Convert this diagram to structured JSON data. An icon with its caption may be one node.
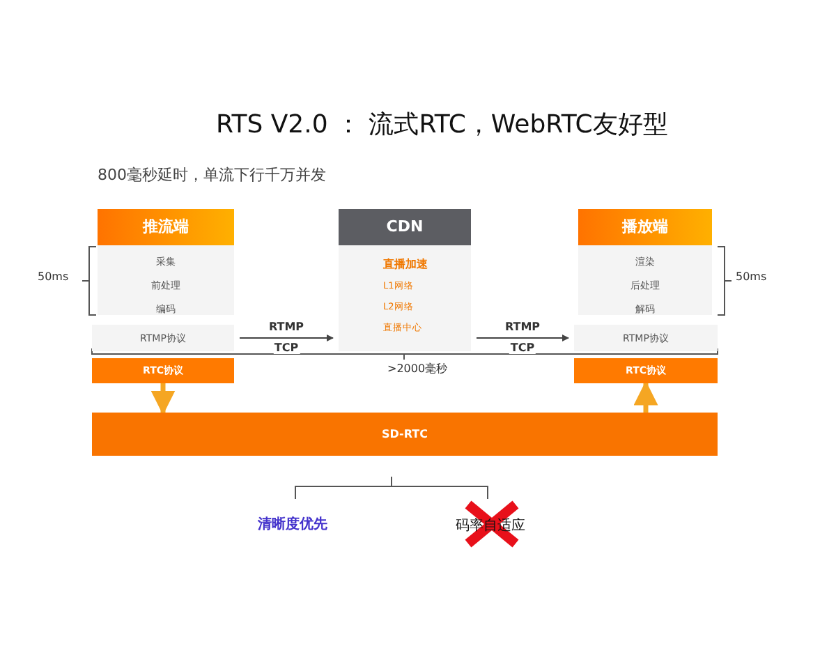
{
  "diagram": {
    "title": "RTS V2.0 ： 流式RTC，WebRTC友好型",
    "nodes": [
      {
        "text": [
          "推流端",
          "采集",
          "前处理",
          "编码"
        ]
      },
      {
        "text": [
          "RTMP协议"
        ]
      },
      {
        "text": [
          "CDN",
          "直播加速",
          "L1网络",
          "L2网络",
          "直播中心"
        ]
      },
      {
        "text": [
          "播放端",
          "渲染",
          "后处理",
          "解码"
        ]
      },
      {
        "text": [
          "RTMP协议"
        ]
      },
      {
        "text": [
          "RTC协议"
        ]
      },
      {
        "text": [
          "RTC协议"
        ]
      },
      {
        "text": [
          "SD-RTC"
        ]
      },
      {
        "text": [
          "清晰度优先"
        ]
      },
      {
        "text": [
          "码率自适应"
        ]
      }
    ],
    "edges": [
      {
        "from": 1,
        "to": 2,
        "arrow": "to",
        "label": "RTMP TCP"
      },
      {
        "from": 2,
        "to": 4,
        "arrow": "to",
        "label": "RTMP TCP"
      },
      {
        "from": 5,
        "to": 7,
        "arrow": "to",
        "style": "thick",
        "color": "#f5a623"
      },
      {
        "from": 7,
        "to": 6,
        "arrow": "to",
        "style": "thick",
        "color": "#f5a623"
      }
    ],
    "labels": [
      "800毫秒延时，单流下行千万并发",
      "50ms",
      "50ms",
      ">2000毫秒"
    ]
  }
}
